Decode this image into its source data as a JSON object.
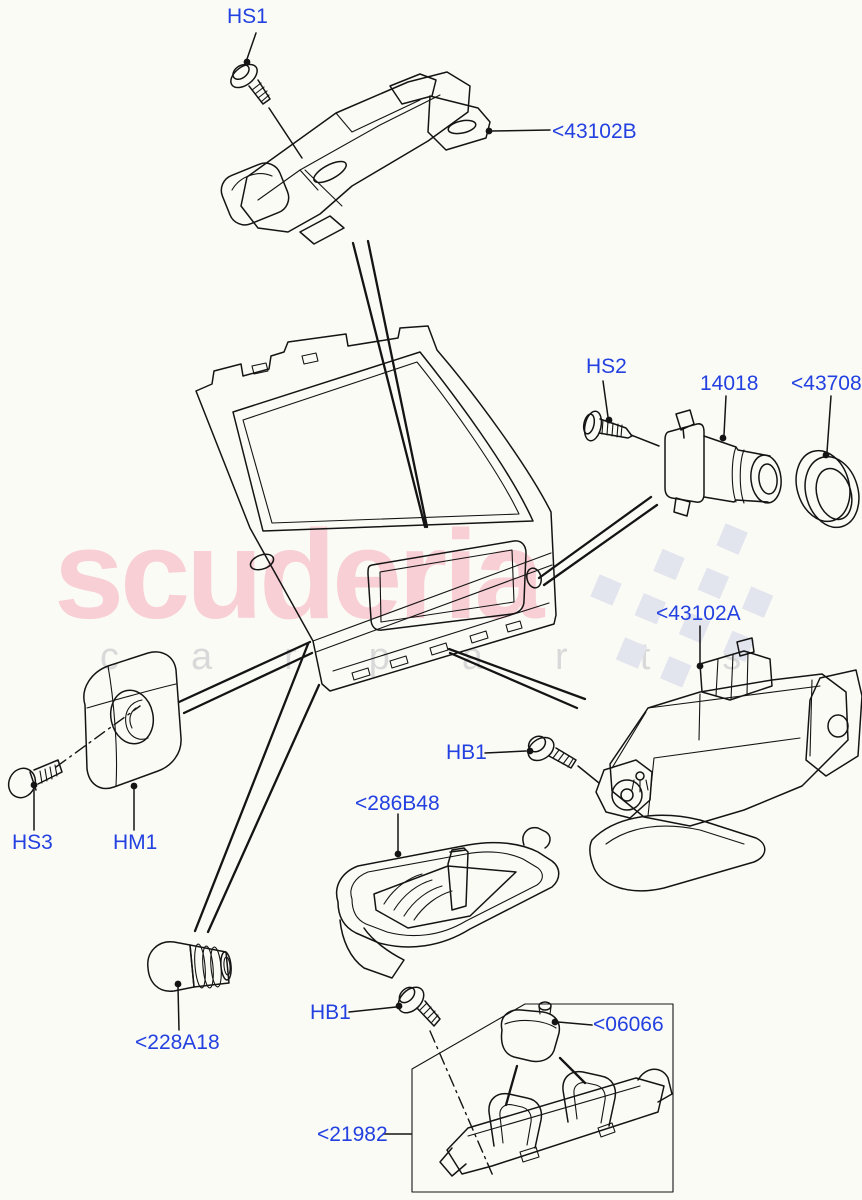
{
  "watermark": {
    "brand": "scuderia",
    "subtext": "carparts",
    "brand_color": "#f8cfd4",
    "subtext_color": "#d9d9d9",
    "flag_color": "#e2e5ee"
  },
  "colors": {
    "background": "#fbfbf6",
    "line_art": "#141414",
    "callout_blue": "#2341e0"
  },
  "callouts": [
    {
      "id": "hs1",
      "text": "HS1"
    },
    {
      "id": "43102b",
      "text": "<43102B"
    },
    {
      "id": "hs2",
      "text": "HS2"
    },
    {
      "id": "14018",
      "text": "14018"
    },
    {
      "id": "43708",
      "text": "<43708"
    },
    {
      "id": "43102a",
      "text": "<43102A"
    },
    {
      "id": "hb1-upper",
      "text": "HB1"
    },
    {
      "id": "286b48",
      "text": "<286B48"
    },
    {
      "id": "hs3",
      "text": "HS3"
    },
    {
      "id": "hm1",
      "text": "HM1"
    },
    {
      "id": "228a18",
      "text": "<228A18"
    },
    {
      "id": "hb1-lower",
      "text": "HB1"
    },
    {
      "id": "06066",
      "text": "<06066"
    },
    {
      "id": "21982",
      "text": "<21982"
    }
  ]
}
